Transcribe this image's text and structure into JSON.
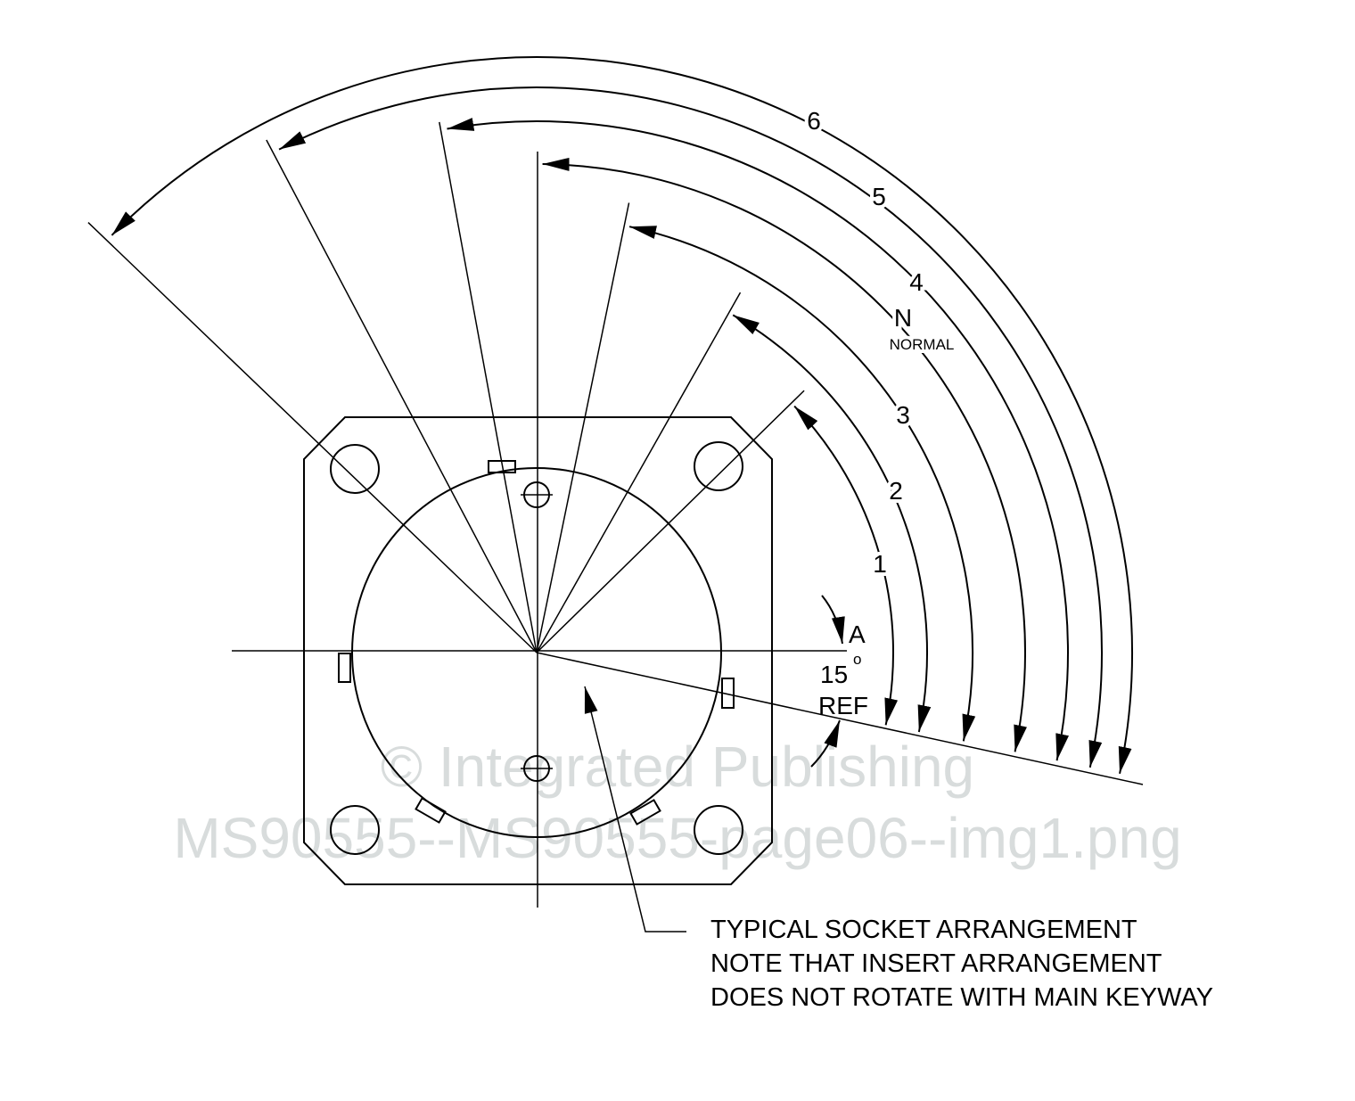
{
  "diagram": {
    "arc_labels": [
      "1",
      "2",
      "3",
      "N",
      "4",
      "5",
      "6"
    ],
    "normal_label": "NORMAL",
    "reference": {
      "point": "A",
      "angle": "15",
      "degree": "o",
      "ref": "REF"
    },
    "note_lines": [
      "TYPICAL SOCKET ARRANGEMENT",
      "NOTE THAT INSERT ARRANGEMENT",
      "DOES NOT ROTATE WITH MAIN KEYWAY"
    ]
  },
  "watermark": {
    "line1": "© Integrated Publishing",
    "line2": "MS90555--MS90555-page06--img1.png"
  },
  "colors": {
    "ink": "#000000",
    "watermark": "#d8dcdc"
  }
}
